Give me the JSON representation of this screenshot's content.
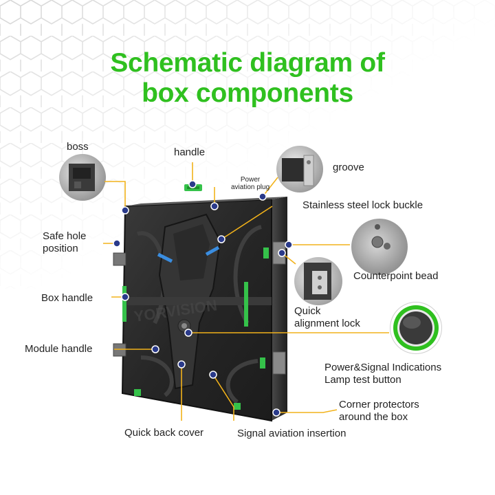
{
  "title": {
    "line1": "Schematic diagram of",
    "line2": "box components"
  },
  "labels": {
    "boss": "boss",
    "handle": "handle",
    "power_plug_line1": "Power",
    "power_plug_line2": "aviation plug",
    "groove": "groove",
    "stainless_lock": "Stainless steel lock buckle",
    "safe_hole_line1": "Safe hole",
    "safe_hole_line2": "position",
    "counterpoint_bead": "Counterpoint bead",
    "box_handle": "Box handle",
    "quick_align_line1": "Quick",
    "quick_align_line2": "alignment lock",
    "module_handle": "Module handle",
    "power_signal_line1": "Power&Signal Indications",
    "power_signal_line2": "Lamp test button",
    "corner_line1": "Corner protectors",
    "corner_line2": "around the box",
    "quick_back_cover": "Quick back cover",
    "signal_insertion": "Signal aviation insertion",
    "brand_watermark": "YORVISION"
  },
  "colors": {
    "title_green": "#2fc01f",
    "leader_yellow": "#f2b21a",
    "marker_blue": "#2a3a8a",
    "cabinet_dark": "#2b2b2b",
    "accent_green": "#2fc01f"
  }
}
